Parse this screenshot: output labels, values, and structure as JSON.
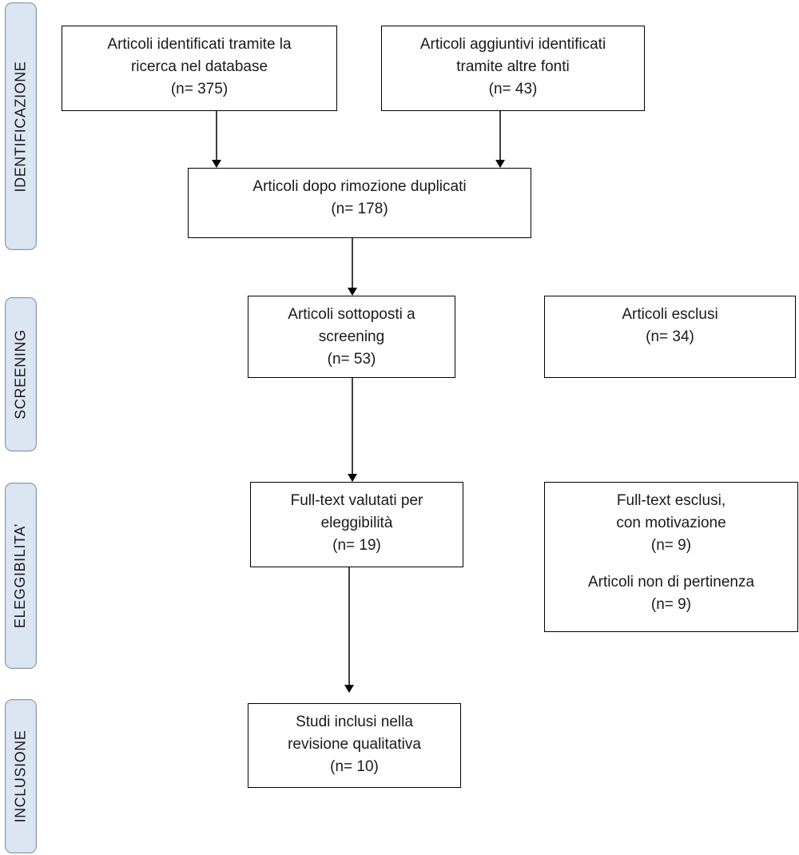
{
  "stages": {
    "identification": "IDENTIFICAZIONE",
    "screening": "SCREENING",
    "eligibility": "ELEGGIBILITA’",
    "inclusion": "INCLUSIONE"
  },
  "boxes": {
    "db_records": {
      "line1": "Articoli identificati tramite la",
      "line2": "ricerca nel database",
      "count": "(n= 375)"
    },
    "other_sources": {
      "line1": "Articoli aggiuntivi identificati",
      "line2": "tramite altre fonti",
      "count": "(n= 43)"
    },
    "after_duplicates": {
      "line1": "Articoli dopo rimozione duplicati",
      "count": "(n= 178)"
    },
    "screened": {
      "line1": "Articoli sottoposti a",
      "line2": "screening",
      "count": "(n= 53)"
    },
    "excluded": {
      "line1": "Articoli esclusi",
      "count": "(n= 34)"
    },
    "fulltext_assessed": {
      "line1": "Full-text valutati per",
      "line2": "eleggibilità",
      "count": "(n= 19)"
    },
    "fulltext_excluded": {
      "line1": "Full-text esclusi,",
      "line2": "con motivazione",
      "count": "(n= 9)",
      "line3": "Articoli non di pertinenza",
      "count2": "(n= 9)"
    },
    "included": {
      "line1": "Studi inclusi nella",
      "line2": "revisione qualitativa",
      "count": "(n= 10)"
    }
  }
}
